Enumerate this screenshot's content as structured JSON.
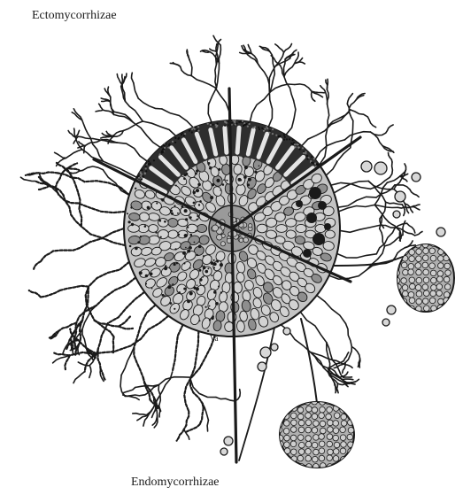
{
  "diagram": {
    "label_top": "Ectomycorrhizae",
    "label_bottom": "Endomycorrhizae",
    "small_label": "Va"
  },
  "colors": {
    "ink": "#1a1a1a",
    "cell_fill": "#b9b9b9",
    "mantle": "#2e2e2e",
    "background": "#ffffff"
  }
}
